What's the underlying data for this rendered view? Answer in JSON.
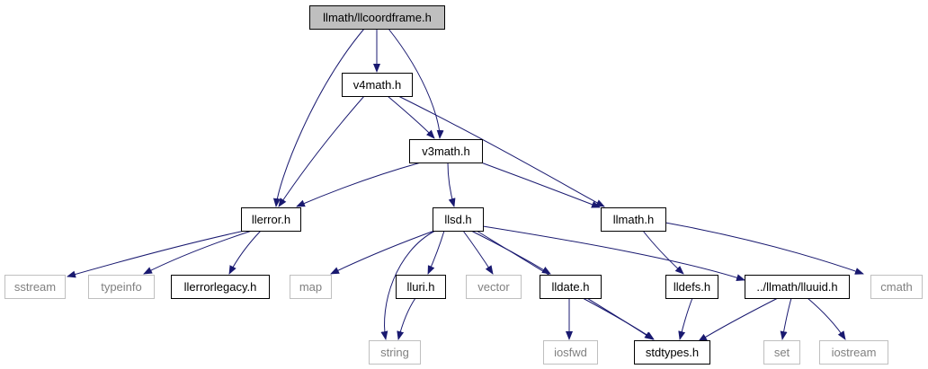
{
  "diagram": {
    "colors": {
      "edge": "#191970",
      "arrowhead": "#191970",
      "focus_fill": "#bfbfbf",
      "normal_border": "#000000",
      "external_border": "#bfbfbf",
      "normal_text": "#000000",
      "external_text": "#808080"
    },
    "nodes": [
      {
        "id": "llcoordframe",
        "label": "llmath/llcoordframe.h",
        "kind": "focus"
      },
      {
        "id": "v4math",
        "label": "v4math.h",
        "kind": "normal"
      },
      {
        "id": "v3math",
        "label": "v3math.h",
        "kind": "normal"
      },
      {
        "id": "llerror",
        "label": "llerror.h",
        "kind": "normal"
      },
      {
        "id": "llsd",
        "label": "llsd.h",
        "kind": "normal"
      },
      {
        "id": "llmath",
        "label": "llmath.h",
        "kind": "normal"
      },
      {
        "id": "sstream",
        "label": "sstream",
        "kind": "external"
      },
      {
        "id": "typeinfo",
        "label": "typeinfo",
        "kind": "external"
      },
      {
        "id": "llerrorlegacy",
        "label": "llerrorlegacy.h",
        "kind": "normal"
      },
      {
        "id": "map",
        "label": "map",
        "kind": "external"
      },
      {
        "id": "lluri",
        "label": "lluri.h",
        "kind": "normal"
      },
      {
        "id": "vector",
        "label": "vector",
        "kind": "external"
      },
      {
        "id": "lldate",
        "label": "lldate.h",
        "kind": "normal"
      },
      {
        "id": "lldefs",
        "label": "lldefs.h",
        "kind": "normal"
      },
      {
        "id": "lluuid",
        "label": "../llmath/lluuid.h",
        "kind": "normal"
      },
      {
        "id": "cmath",
        "label": "cmath",
        "kind": "external"
      },
      {
        "id": "string",
        "label": "string",
        "kind": "external"
      },
      {
        "id": "iosfwd",
        "label": "iosfwd",
        "kind": "external"
      },
      {
        "id": "stdtypes",
        "label": "stdtypes.h",
        "kind": "normal"
      },
      {
        "id": "set",
        "label": "set",
        "kind": "external"
      },
      {
        "id": "iostream",
        "label": "iostream",
        "kind": "external"
      }
    ],
    "edges": [
      {
        "from": "llcoordframe",
        "to": "v4math"
      },
      {
        "from": "llcoordframe",
        "to": "llerror"
      },
      {
        "from": "llcoordframe",
        "to": "v3math"
      },
      {
        "from": "v4math",
        "to": "v3math"
      },
      {
        "from": "v4math",
        "to": "llerror"
      },
      {
        "from": "v4math",
        "to": "llmath"
      },
      {
        "from": "v3math",
        "to": "llerror"
      },
      {
        "from": "v3math",
        "to": "llsd"
      },
      {
        "from": "v3math",
        "to": "llmath"
      },
      {
        "from": "llerror",
        "to": "sstream"
      },
      {
        "from": "llerror",
        "to": "typeinfo"
      },
      {
        "from": "llerror",
        "to": "llerrorlegacy"
      },
      {
        "from": "llsd",
        "to": "map"
      },
      {
        "from": "llsd",
        "to": "string"
      },
      {
        "from": "llsd",
        "to": "lluri"
      },
      {
        "from": "llsd",
        "to": "vector"
      },
      {
        "from": "llsd",
        "to": "lldate"
      },
      {
        "from": "llsd",
        "to": "stdtypes"
      },
      {
        "from": "llsd",
        "to": "lluuid"
      },
      {
        "from": "llmath",
        "to": "lldefs"
      },
      {
        "from": "llmath",
        "to": "cmath"
      },
      {
        "from": "lluri",
        "to": "string"
      },
      {
        "from": "lldate",
        "to": "iosfwd"
      },
      {
        "from": "lldate",
        "to": "stdtypes"
      },
      {
        "from": "lldefs",
        "to": "stdtypes"
      },
      {
        "from": "lluuid",
        "to": "stdtypes"
      },
      {
        "from": "lluuid",
        "to": "set"
      },
      {
        "from": "lluuid",
        "to": "iostream"
      }
    ]
  }
}
